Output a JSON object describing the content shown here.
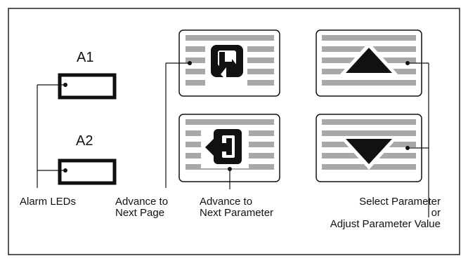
{
  "leds": {
    "a1": "A1",
    "a2": "A2",
    "label": "Alarm LEDs"
  },
  "buttons": {
    "next_page": {
      "line1": "Advance to",
      "line2": "Next Page"
    },
    "next_parameter": {
      "line1": "Advance to",
      "line2": "Next Parameter"
    },
    "select": {
      "line1": "Select Parameter",
      "line2": "or",
      "line3": "Adjust Parameter Value"
    }
  }
}
